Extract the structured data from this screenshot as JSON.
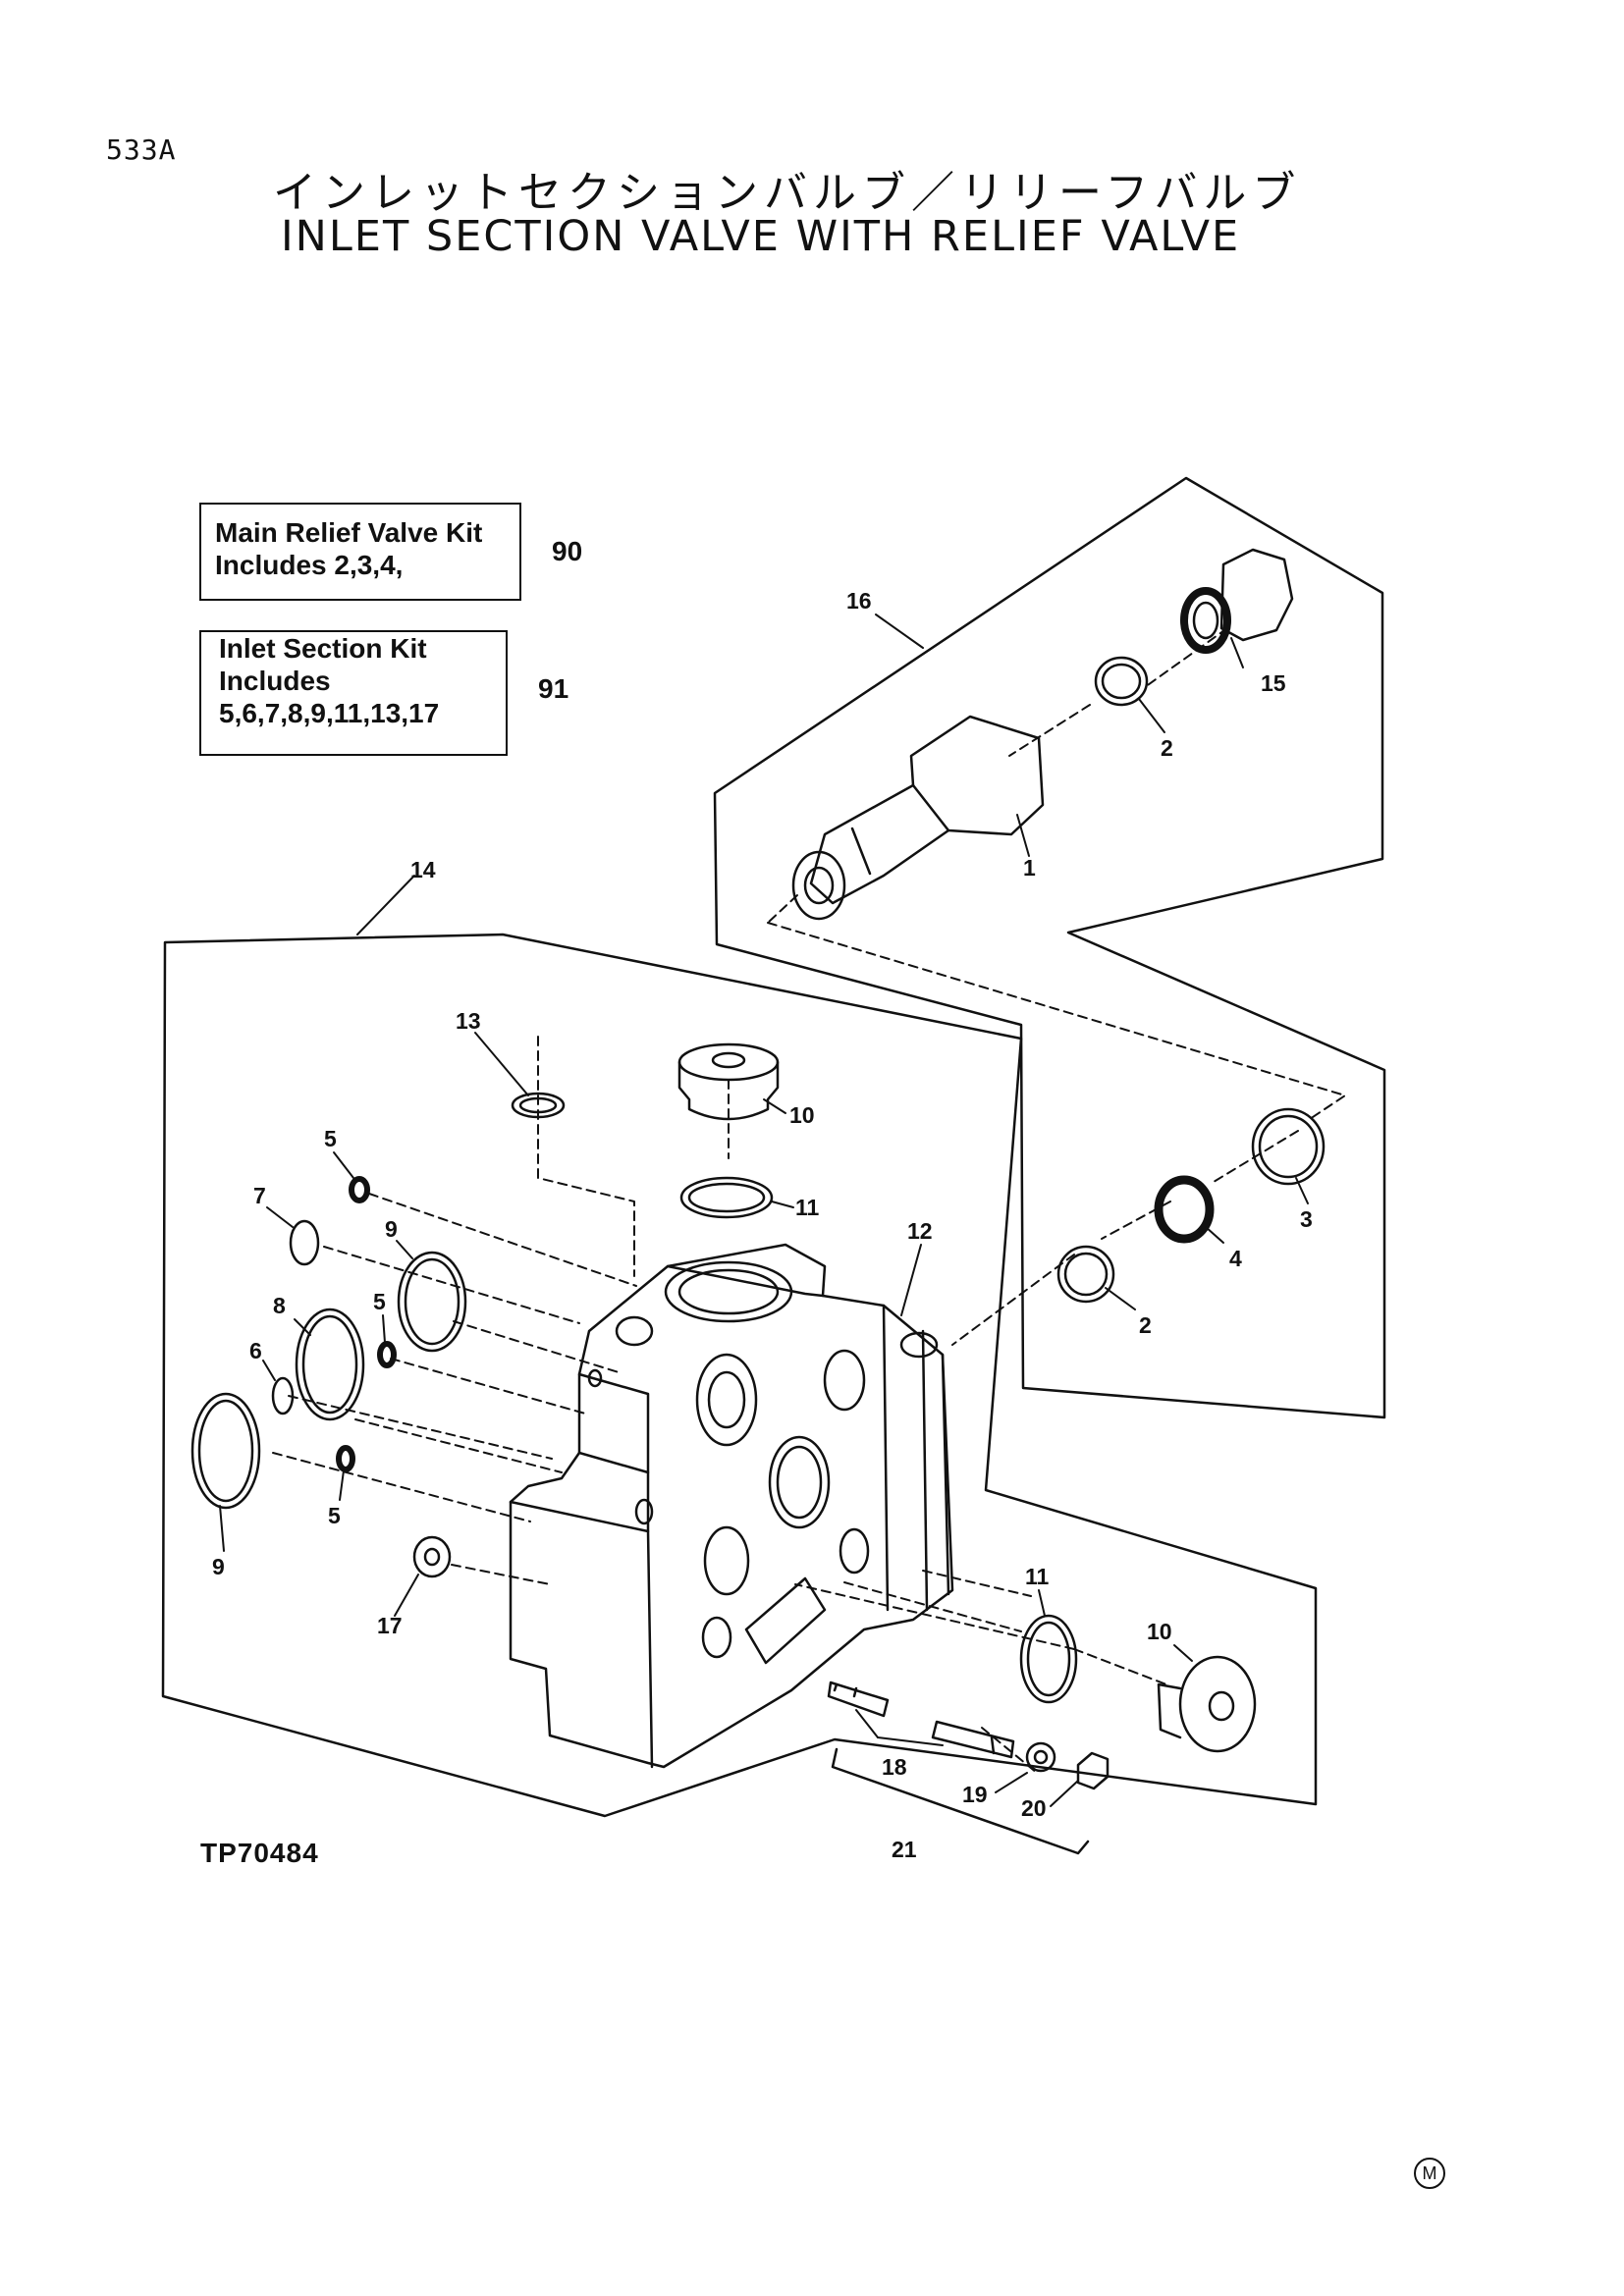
{
  "page_code": "533A",
  "title_jp": "インレットセクションバルブ／リリーフバルブ",
  "title_en": "INLET SECTION VALVE WITH RELIEF VALVE",
  "kits": [
    {
      "lines": [
        "Main Relief Valve Kit",
        "Includes 2,3,4,"
      ],
      "number": "90"
    },
    {
      "lines": [
        "Inlet Section Kit",
        "Includes",
        "5,6,7,8,9,11,13,17"
      ],
      "number": "91"
    }
  ],
  "figure_id": "TP70484",
  "mark": "M",
  "callouts": [
    "16",
    "15",
    "2",
    "1",
    "14",
    "13",
    "10",
    "11",
    "12",
    "3",
    "4",
    "2",
    "5",
    "7",
    "9",
    "8",
    "5",
    "6",
    "9",
    "5",
    "17",
    "11",
    "10",
    "18",
    "19",
    "20",
    "21"
  ]
}
